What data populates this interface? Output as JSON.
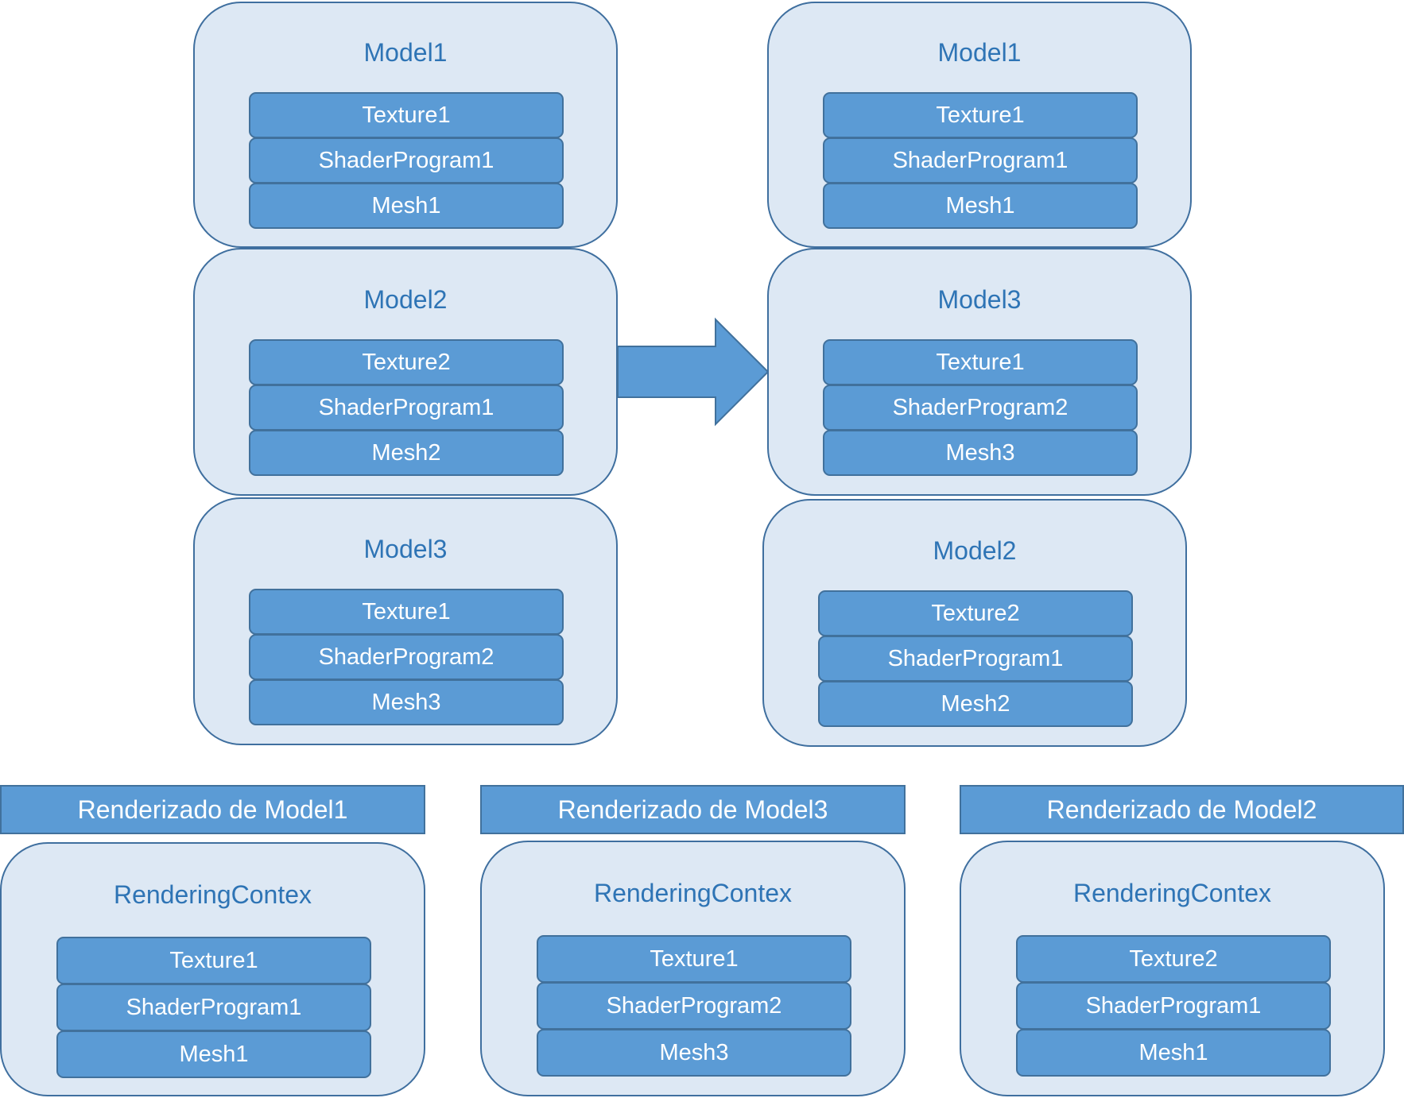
{
  "source_models": [
    {
      "title": "Model1",
      "items": [
        "Texture1",
        "ShaderProgram1",
        "Mesh1"
      ]
    },
    {
      "title": "Model2",
      "items": [
        "Texture2",
        "ShaderProgram1",
        "Mesh2"
      ]
    },
    {
      "title": "Model3",
      "items": [
        "Texture1",
        "ShaderProgram2",
        "Mesh3"
      ]
    }
  ],
  "sorted_models": [
    {
      "title": "Model1",
      "items": [
        "Texture1",
        "ShaderProgram1",
        "Mesh1"
      ]
    },
    {
      "title": "Model3",
      "items": [
        "Texture1",
        "ShaderProgram2",
        "Mesh3"
      ]
    },
    {
      "title": "Model2",
      "items": [
        "Texture2",
        "ShaderProgram1",
        "Mesh2"
      ]
    }
  ],
  "renders": [
    {
      "banner": "Renderizado de Model1",
      "title": "RenderingContex",
      "items": [
        "Texture1",
        "ShaderProgram1",
        "Mesh1"
      ]
    },
    {
      "banner": "Renderizado de Model3",
      "title": "RenderingContex",
      "items": [
        "Texture1",
        "ShaderProgram2",
        "Mesh3"
      ]
    },
    {
      "banner": "Renderizado de Model2",
      "title": "RenderingContex",
      "items": [
        "Texture2",
        "ShaderProgram1",
        "Mesh1"
      ]
    }
  ],
  "colors": {
    "card_fill": "#dde8f4",
    "card_border": "#3f6f9f",
    "title_text": "#2e74b5",
    "box_fill": "#5b9bd5",
    "box_border": "#41719c",
    "box_text": "#ffffff"
  },
  "icons": {
    "arrow": "right-arrow-icon"
  }
}
